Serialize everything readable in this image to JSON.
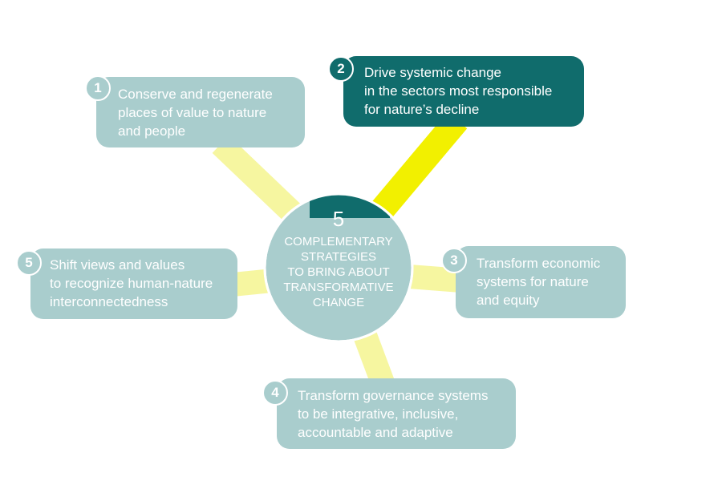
{
  "center": {
    "number": "5",
    "lines": [
      "COMPLEMENTARY",
      "STRATEGIES",
      "TO BRING ABOUT",
      "TRANSFORMATIVE",
      "CHANGE"
    ]
  },
  "strategies": [
    {
      "badge": "1",
      "lines": [
        "Conserve and regenerate",
        "places of value to nature",
        "and people"
      ],
      "highlighted": false
    },
    {
      "badge": "2",
      "lines": [
        "Drive systemic change",
        "in the sectors most responsible",
        "for nature’s decline"
      ],
      "highlighted": true
    },
    {
      "badge": "3",
      "lines": [
        "Transform economic",
        "systems for nature",
        "and equity"
      ],
      "highlighted": false
    },
    {
      "badge": "4",
      "lines": [
        "Transform governance systems",
        "to be integrative, inclusive,",
        "accountable and adaptive"
      ],
      "highlighted": false
    },
    {
      "badge": "5",
      "lines": [
        "Shift views and values",
        "to recognize human-nature",
        "interconnectedness"
      ],
      "highlighted": false
    }
  ],
  "colors": {
    "box": "#a9cdcd",
    "highlight": "#106c6c",
    "connector": "#f6f6a0",
    "connector_highlight": "#f2f000"
  }
}
